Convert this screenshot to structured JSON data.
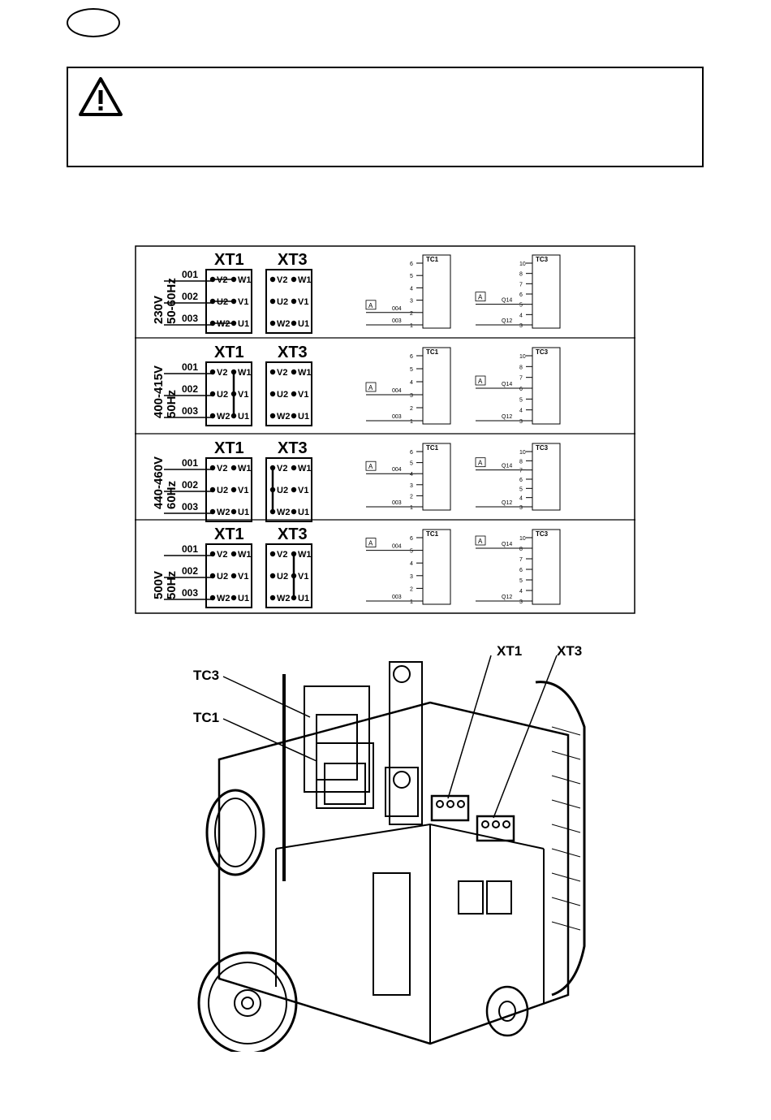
{
  "page": {
    "language_oval": ""
  },
  "warning": {
    "icon": "warning-triangle-icon"
  },
  "rows": [
    {
      "voltage": "230V",
      "freq": "50-60Hz",
      "xt1": "XT1",
      "xt3": "XT3",
      "wires": [
        "001",
        "002",
        "003"
      ],
      "tc1": {
        "title": "TC1",
        "ticks": [
          "6",
          "5",
          "4",
          "3",
          "2",
          "1"
        ],
        "a_label": "A",
        "w1": "004",
        "w1_pos": "2",
        "w2": "003",
        "w2_pos": "1"
      },
      "tc3": {
        "title": "TC3",
        "ticks": [
          "10",
          "8",
          "7",
          "6",
          "5",
          "4",
          "3"
        ],
        "a_label": "A",
        "w1": "Q14",
        "w1_pos": "5",
        "w2": "Q12",
        "w2_pos": "3"
      }
    },
    {
      "voltage": "400-415V",
      "freq": "50Hz",
      "xt1": "XT1",
      "xt3": "XT3",
      "wires": [
        "001",
        "002",
        "003"
      ],
      "tc1": {
        "title": "TC1",
        "ticks": [
          "6",
          "5",
          "4",
          "3",
          "2",
          "1"
        ],
        "a_label": "A",
        "w1": "004",
        "w1_pos": "3",
        "w2": "003",
        "w2_pos": "1"
      },
      "tc3": {
        "title": "TC3",
        "ticks": [
          "10",
          "8",
          "7",
          "6",
          "5",
          "4",
          "3"
        ],
        "a_label": "A",
        "w1": "Q14",
        "w1_pos": "6",
        "w2": "Q12",
        "w2_pos": "3"
      }
    },
    {
      "voltage": "440-460V",
      "freq": "60Hz",
      "xt1": "XT1",
      "xt3": "XT3",
      "wires": [
        "001",
        "002",
        "003"
      ],
      "tc1": {
        "title": "TC1",
        "ticks": [
          "6",
          "5",
          "4",
          "3",
          "2",
          "1"
        ],
        "a_label": "A",
        "w1": "004",
        "w1_pos": "4",
        "w2": "003",
        "w2_pos": "1"
      },
      "tc3": {
        "title": "TC3",
        "ticks": [
          "10",
          "8",
          "7",
          "6",
          "5",
          "4",
          "3"
        ],
        "a_label": "A",
        "w1": "Q14",
        "w1_pos": "7",
        "w2": "Q12",
        "w2_pos": "3"
      }
    },
    {
      "voltage": "500V",
      "freq": "50Hz",
      "xt1": "XT1",
      "xt3": "XT3",
      "wires": [
        "001",
        "002",
        "003"
      ],
      "tc1": {
        "title": "TC1",
        "ticks": [
          "6",
          "5",
          "4",
          "3",
          "2",
          "1"
        ],
        "a_label": "A",
        "w1": "004",
        "w1_pos": "5",
        "w2": "003",
        "w2_pos": "1"
      },
      "tc3": {
        "title": "TC3",
        "ticks": [
          "10",
          "8",
          "7",
          "6",
          "5",
          "4",
          "3"
        ],
        "a_label": "A",
        "w1": "Q14",
        "w1_pos": "8",
        "w2": "Q12",
        "w2_pos": "3"
      }
    }
  ],
  "terminals": {
    "left": [
      "V2",
      "U2",
      "W2"
    ],
    "right": [
      "W1",
      "V1",
      "U1"
    ],
    "row1_left": [
      "V2",
      "U2",
      "W2"
    ]
  },
  "photo_labels": {
    "tc3": "TC3",
    "tc1": "TC1",
    "xt1": "XT1",
    "xt3": "XT3"
  }
}
